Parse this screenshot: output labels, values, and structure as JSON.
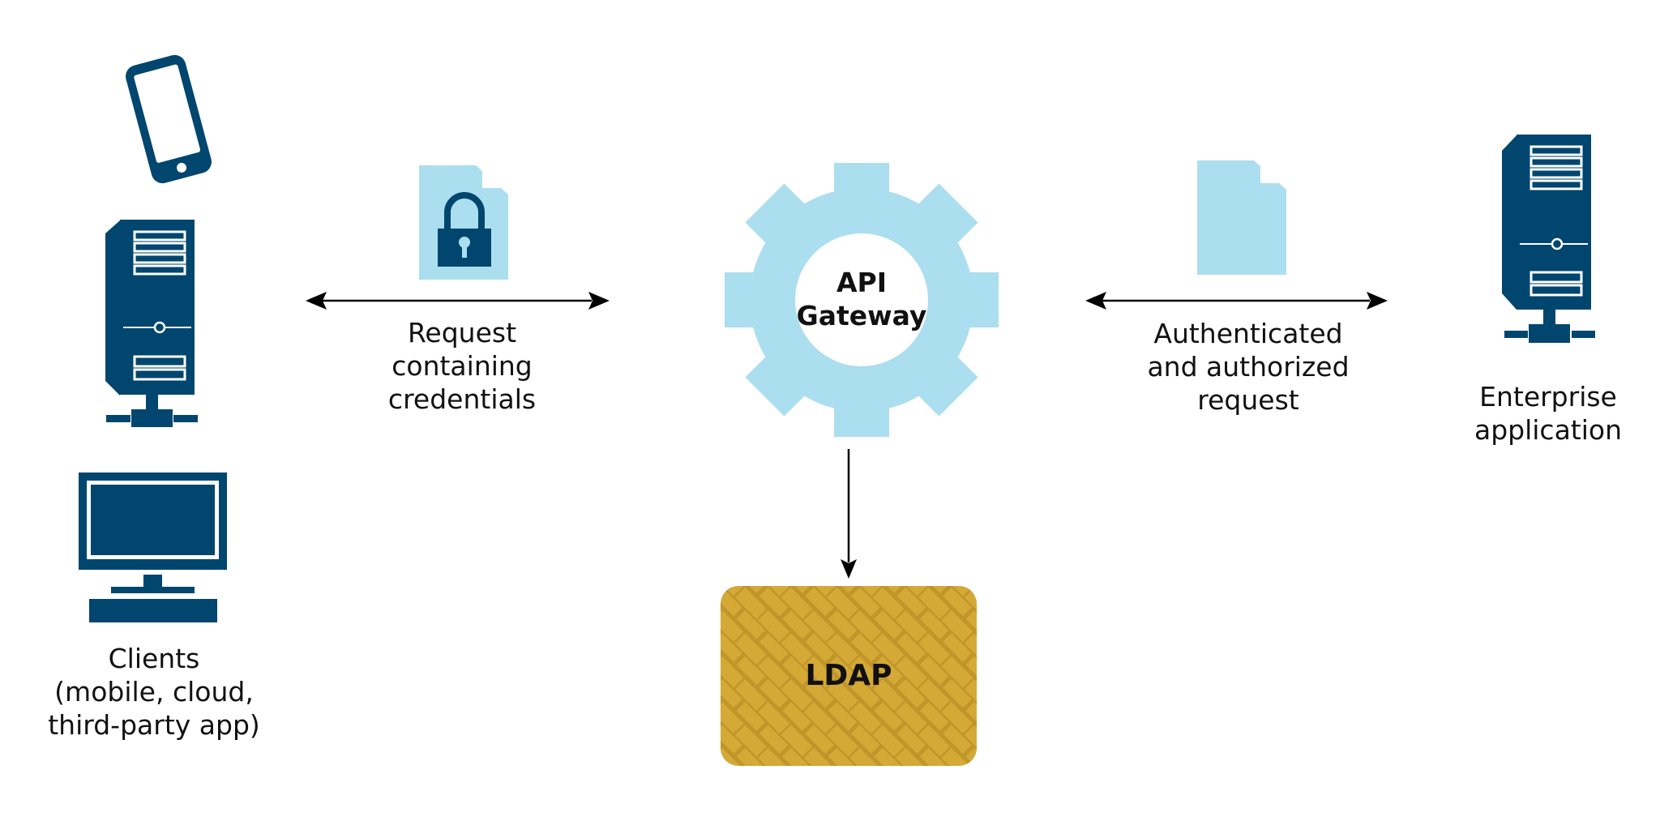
{
  "colors": {
    "navy": "#00466e",
    "light_blue": "#abdeef",
    "gold": "#d4a935",
    "gold_line": "#c0962a",
    "text": "#111111",
    "arrow": "#000000"
  },
  "icons": {
    "phone": "mobile-phone-icon",
    "tower": "server-tower-icon",
    "monitor": "desktop-monitor-icon",
    "secure_doc": "locked-document-icon",
    "plain_doc": "document-icon",
    "gear": "gear-icon",
    "enterprise_server": "server-tower-icon",
    "ldap_box": "database-block-icon"
  },
  "clients": {
    "label_lines": [
      "Clients",
      "(mobile, cloud,",
      "third-party app)"
    ]
  },
  "request": {
    "label_lines": [
      "Request",
      "containing",
      "credentials"
    ]
  },
  "gateway": {
    "label_lines": [
      "API",
      "Gateway"
    ]
  },
  "authorized": {
    "label_lines": [
      "Authenticated",
      "and authorized",
      "request"
    ]
  },
  "enterprise": {
    "label_lines": [
      "Enterprise",
      "application"
    ]
  },
  "ldap": {
    "label": "LDAP"
  }
}
